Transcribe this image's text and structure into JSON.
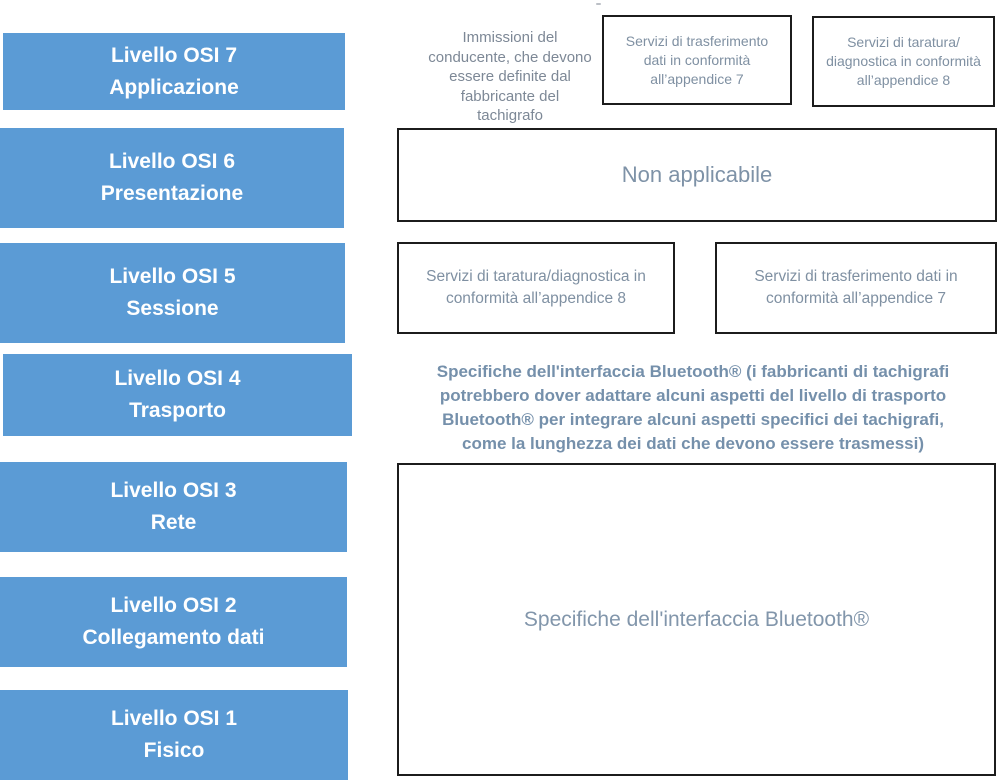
{
  "colors": {
    "layer_fill": "#5b9bd5",
    "layer_text": "#ffffff",
    "box_border": "#1c1c1c",
    "note_text": "#7d8896",
    "box_text": "#7f90a2",
    "emphasis_text": "#7590ab"
  },
  "osi_layers": [
    {
      "level": "Livello OSI 7",
      "name": "Applicazione"
    },
    {
      "level": "Livello OSI 6",
      "name": "Presentazione"
    },
    {
      "level": "Livello OSI 5",
      "name": "Sessione"
    },
    {
      "level": "Livello OSI 4",
      "name": "Trasporto"
    },
    {
      "level": "Livello OSI 3",
      "name": "Rete"
    },
    {
      "level": "Livello OSI 2",
      "name": "Collegamento dati"
    },
    {
      "level": "Livello OSI 1",
      "name": "Fisico"
    }
  ],
  "application_row": {
    "driver_note_lines": [
      "Immissioni del",
      "conducente, che devono",
      "essere definite dal",
      "fabbricante del",
      "tachigrafo"
    ],
    "transfer_box_lines": [
      "Servizi di trasferimento",
      "dati in conformità",
      "all’appendice 7"
    ],
    "calibration_box_lines": [
      "Servizi di taratura/",
      "diagnostica in conformità",
      "all’appendice 8"
    ]
  },
  "presentation_row": {
    "label": "Non applicabile"
  },
  "session_row": {
    "calibration_box_lines": [
      "Servizi di taratura/diagnostica in",
      "conformità all’appendice 8"
    ],
    "transfer_box_lines": [
      "Servizi di trasferimento dati in",
      "conformità all’appendice 7"
    ]
  },
  "transport_row": {
    "note_lines": [
      "Specifiche dell'interfaccia Bluetooth® (i fabbricanti di tachigrafi",
      "potrebbero dover adattare alcuni aspetti del livello di trasporto",
      "Bluetooth® per integrare alcuni aspetti specifici dei tachigrafi,",
      "come la lunghezza dei dati che devono essere trasmessi)"
    ]
  },
  "lower_rows": {
    "label": "Specifiche dell'interfaccia Bluetooth®"
  }
}
